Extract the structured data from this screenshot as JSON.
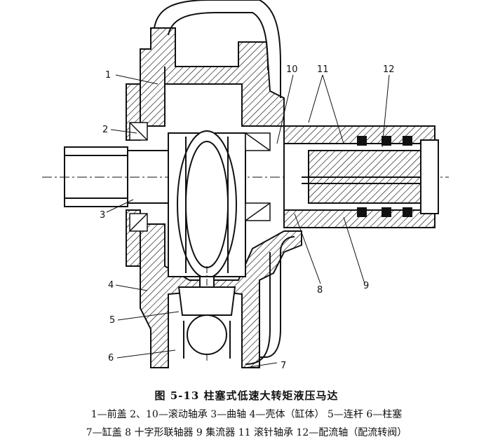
{
  "figure": {
    "callouts": [
      "1",
      "2",
      "3",
      "4",
      "5",
      "6",
      "7",
      "8",
      "9",
      "10",
      "11",
      "12"
    ]
  },
  "caption": {
    "title": "图 5-13    柱塞式低速大转矩液压马达",
    "line1": "1—前盖   2、10—滚动轴承   3—曲轴   4—壳体（缸体）   5—连杆   6—柱塞",
    "line2": "7—缸盖   8   十字形联轴器   9   集流器   11   滚针轴承   12—配流轴（配流转阀）"
  }
}
